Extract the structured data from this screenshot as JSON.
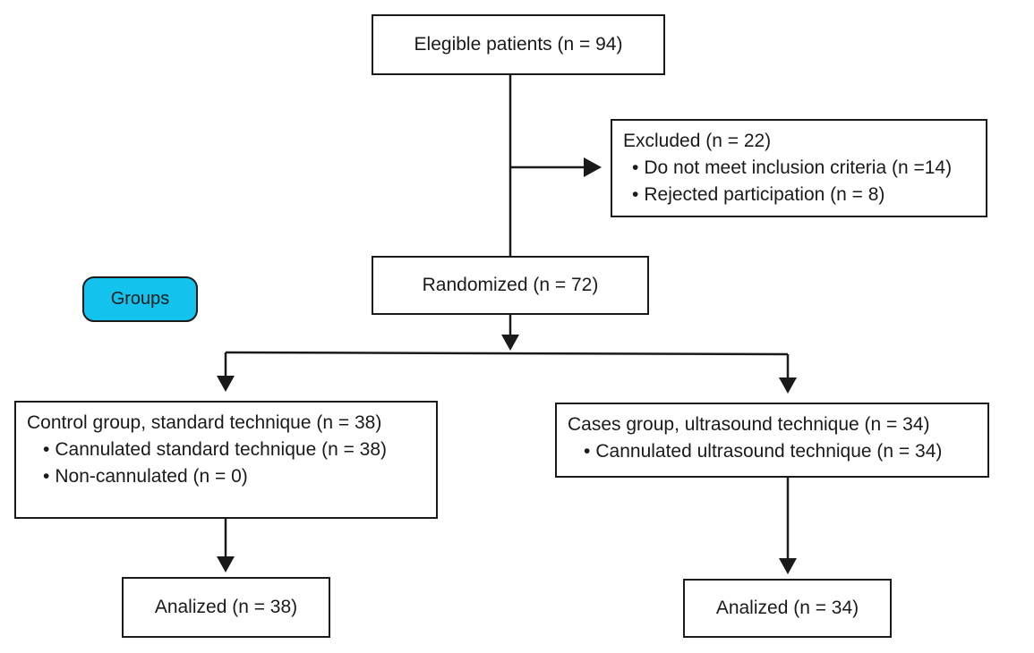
{
  "diagram": {
    "eligible": "Elegible patients (n = 94)",
    "excluded": {
      "heading": "Excluded (n = 22)",
      "items": [
        "Do not meet inclusion criteria (n =14)",
        "Rejected participation (n = 8)"
      ]
    },
    "groups_label": "Groups",
    "randomized": "Randomized (n = 72)",
    "control": {
      "heading": "Control group, standard technique (n = 38)",
      "items": [
        "Cannulated standard technique (n = 38)",
        "Non-cannulated (n = 0)"
      ]
    },
    "cases": {
      "heading": "Cases group,  ultrasound technique (n = 34)",
      "items": [
        "Cannulated ultrasound technique (n = 34)"
      ]
    },
    "analized_control": "Analized (n = 38)",
    "analized_cases": "Analized (n = 34)"
  },
  "colors": {
    "groups_fill": "#13c3ee",
    "line": "#1a1a1a"
  }
}
